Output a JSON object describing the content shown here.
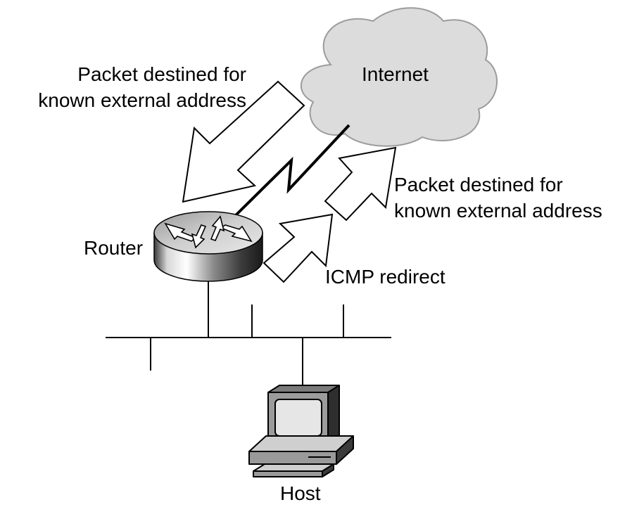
{
  "labels": {
    "internet": "Internet",
    "router": "Router",
    "host": "Host",
    "icmp_redirect": "ICMP redirect",
    "packet_inbound": "Packet destined for\nknown external address",
    "packet_outbound": "Packet destined for\nknown external address"
  },
  "colors": {
    "cloud_fill": "#dcdcdc",
    "stroke": "#000000",
    "monitor_screen": "#e6e6e6",
    "computer_body": "#9a9a9a"
  },
  "icons": {
    "network": "cloud-icon",
    "router": "router-icon",
    "host": "computer-icon"
  }
}
